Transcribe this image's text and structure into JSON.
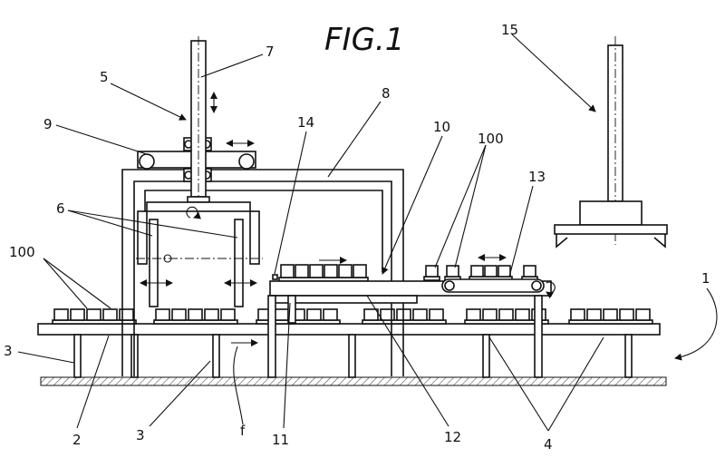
{
  "figure": {
    "title": "FIG.1",
    "labels": {
      "l1": "1",
      "l2": "2",
      "l3a": "3",
      "l3b": "3",
      "l4": "4",
      "l5": "5",
      "l6": "6",
      "l7": "7",
      "l8": "8",
      "l9": "9",
      "l10": "10",
      "l11": "11",
      "l12": "12",
      "l13": "13",
      "l14": "14",
      "l15": "15",
      "l100a": "100",
      "l100b": "100",
      "lf": "f"
    }
  }
}
